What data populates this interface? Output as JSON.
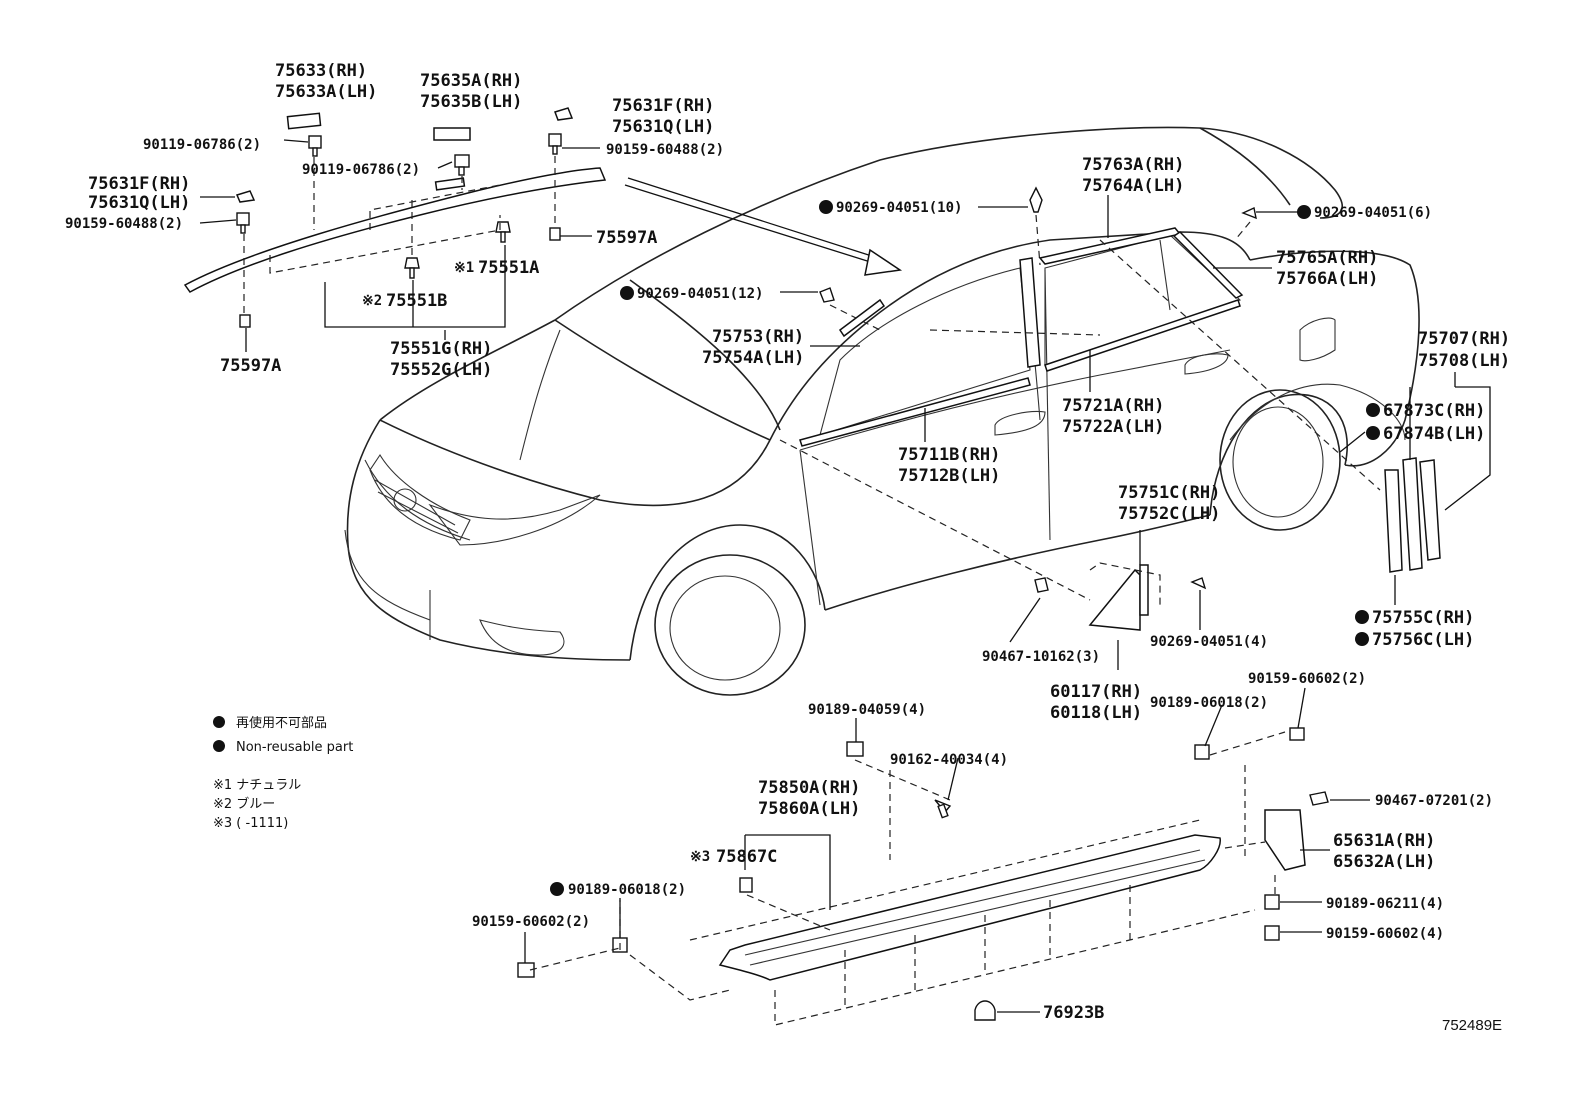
{
  "labels": {
    "p75633": [
      "75633(RH)",
      "75633A(LH)"
    ],
    "p75635": [
      "75635A(RH)",
      "75635B(LH)"
    ],
    "p75631_top": [
      "75631F(RH)",
      "75631Q(LH)"
    ],
    "p90119_a": "90119-06786(2)",
    "p90119_b": "90119-06786(2)",
    "p90159_top": "90159-60488(2)",
    "p75631_left": [
      "75631F(RH)",
      "75631Q(LH)"
    ],
    "p90159_left": "90159-60488(2)",
    "p75597A_right": "75597A",
    "p75551A": "75551A",
    "p75551A_mark": "※1",
    "p75551B": "75551B",
    "p75551B_mark": "※2",
    "p75551G": [
      "75551G(RH)",
      "75552G(LH)"
    ],
    "p75597A_left": "75597A",
    "p90269_10": "90269-04051(10)",
    "p90269_6": "90269-04051(6)",
    "p90269_12": "90269-04051(12)",
    "p75763": [
      "75763A(RH)",
      "75764A(LH)"
    ],
    "p75765": [
      "75765A(RH)",
      "75766A(LH)"
    ],
    "p75753": [
      "75753(RH)",
      "75754A(LH)"
    ],
    "p75707": [
      "75707(RH)",
      "75708(LH)"
    ],
    "p67873": [
      "67873C(RH)",
      "67874B(LH)"
    ],
    "p75721": [
      "75721A(RH)",
      "75722A(LH)"
    ],
    "p75711": [
      "75711B(RH)",
      "75712B(LH)"
    ],
    "p75751": [
      "75751C(RH)",
      "75752C(LH)"
    ],
    "p75755": [
      "75755C(RH)",
      "75756C(LH)"
    ],
    "p90269_4": "90269-04051(4)",
    "p90467_3": "90467-10162(3)",
    "p60117": [
      "60117(RH)",
      "60118(LH)"
    ],
    "p90159_60602_top": "90159-60602(2)",
    "p90189_06018_right": "90189-06018(2)",
    "p90189_04059": "90189-04059(4)",
    "p90162": "90162-40034(4)",
    "p90467_07201": "90467-07201(2)",
    "p75850": [
      "75850A(RH)",
      "75860A(LH)"
    ],
    "p65631": [
      "65631A(RH)",
      "65632A(LH)"
    ],
    "p75867C": "75867C",
    "p75867C_mark": "※3",
    "p90189_06018_left": "90189-06018(2)",
    "p90159_60602_left": "90159-60602(2)",
    "p90189_06211": "90189-06211(4)",
    "p90159_60602_4": "90159-60602(4)",
    "p76923B": "76923B"
  },
  "legend": {
    "non_reusable_jp": "再使用不可部品",
    "non_reusable_en": "Non-reusable part",
    "note1": "※1 ナチュラル",
    "note2": "※2 ブルー",
    "note3": "※3 (      -1111)"
  },
  "figure_number": "752489E"
}
